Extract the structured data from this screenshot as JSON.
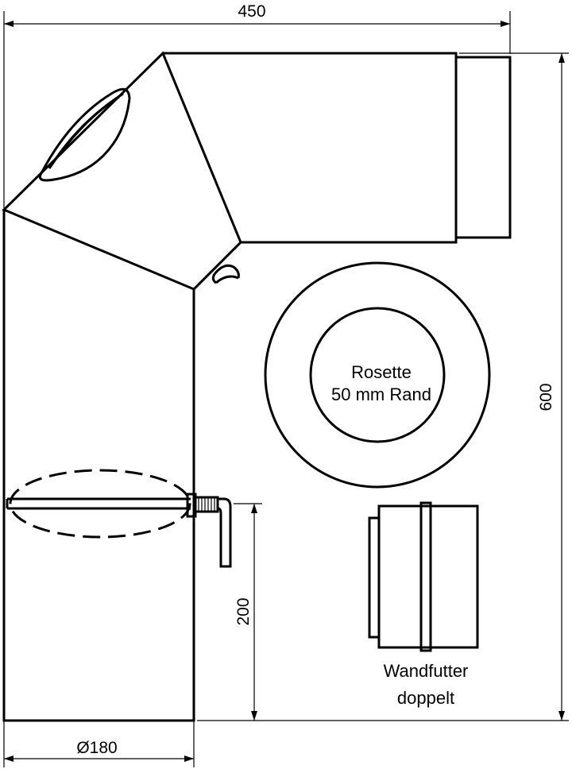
{
  "dimensions": {
    "width_top": "450",
    "height_total": "600",
    "damper_height": "200",
    "diameter": "Ø180"
  },
  "labels": {
    "rosette_line1": "Rosette",
    "rosette_line2": "50 mm Rand",
    "wandfutter_line1": "Wandfutter",
    "wandfutter_line2": "doppelt"
  }
}
